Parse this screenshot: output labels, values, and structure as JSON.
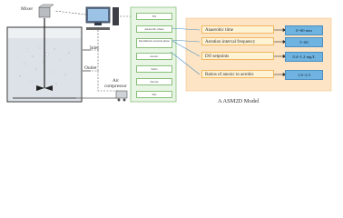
{
  "reactor": {
    "mixer": "Mixer",
    "inlet": "Inlet",
    "outlet": "Outlet",
    "air_compressor": "Air\ncompressor"
  },
  "phases": [
    "Fill",
    "Anaerobic phase",
    "Intermittent aeration phase",
    "Anoxic",
    "Settle",
    "Decant",
    "Idle"
  ],
  "parameters": [
    {
      "label": "Anaerobic time",
      "value": "0~60 min"
    },
    {
      "label": "Aeration interval frequency",
      "value": "5~60"
    },
    {
      "label": "DO setpoints",
      "value": "0.4~1.2 mg/L"
    },
    {
      "label": "Ratios of anoxic to aerobic",
      "value": "1.6~2.3"
    }
  ],
  "caption": "A ASM2D Model",
  "colors": {
    "phase_panel": "#e9f5e4",
    "phase_border": "#88c07a",
    "param_panel": "#fde4c4",
    "param_box": "#fff3d6",
    "range_box": "#6fb3e0"
  }
}
